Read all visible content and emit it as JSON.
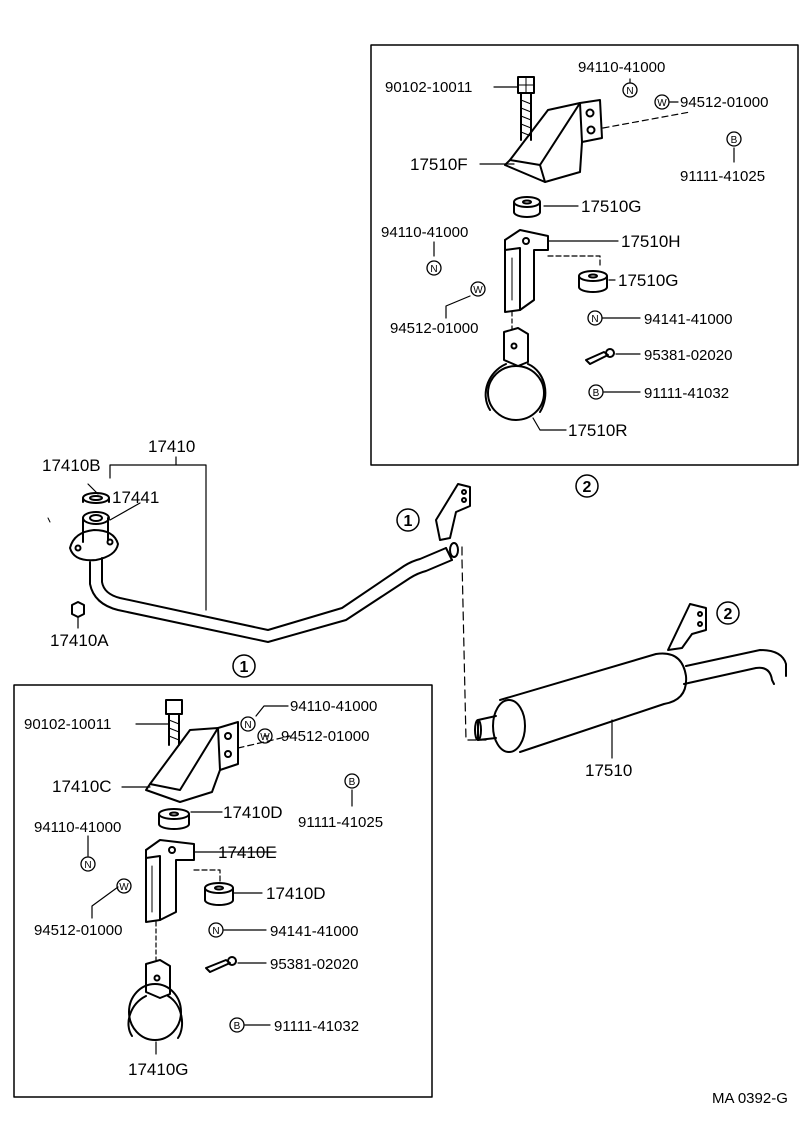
{
  "labels": {
    "pipe_front": "17410",
    "gasket": "17410B",
    "ring": "17441",
    "nut": "17410A",
    "muffler": "17510",
    "callout_1": "1",
    "callout_2": "2"
  },
  "box_2": {
    "bolt": "90102-10011",
    "nut_top": "94110-41000",
    "washer_top": "94512-01000",
    "bolt_b_top": "91111-41025",
    "bracket": "17510F",
    "cushion_top": "17510G",
    "nut_left": "94110-41000",
    "hanger": "17510H",
    "cushion_right": "17510G",
    "washer_left": "94512-01000",
    "nut_right": "94141-41000",
    "pin": "95381-02020",
    "bolt_b_bottom": "91111-41032",
    "clamp": "17510R"
  },
  "box_1": {
    "bolt": "90102-10011",
    "nut_top": "94110-41000",
    "washer_top": "94512-01000",
    "bracket": "17410C",
    "cushion_top": "17410D",
    "bolt_b_top": "91111-41025",
    "nut_left": "94110-41000",
    "hanger": "17410E",
    "cushion_right": "17410D",
    "washer_left": "94512-01000",
    "nut_right": "94141-41000",
    "pin": "95381-02020",
    "bolt_b_bottom": "91111-41032",
    "clamp": "17410G"
  },
  "symbols": {
    "nut": "N",
    "washer": "W",
    "bolt": "B"
  },
  "footer_code": "MA 0392-G"
}
